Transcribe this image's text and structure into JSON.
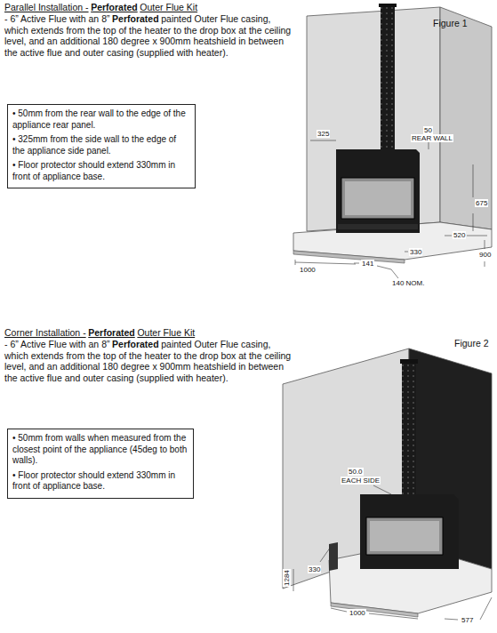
{
  "diagram": {
    "nodes": [
      {
        "text": [
          "• 50mm from the rear wall to the edge of the appliance rear panel.",
          "• 325mm from the side wall to the edge of the appliance side panel.",
          "• Floor protector should extend 330mm in front of appliance base."
        ]
      },
      {
        "text": [
          "• 50mm from walls when measured from the closest point of the appliance (45deg to both walls).",
          "• Floor protector should extend 330mm in front of appliance base."
        ]
      }
    ],
    "labels": [
      "Parallel Installation -",
      "Perforated",
      "Outer Flue Kit",
      "- 6” Active Flue with an 8”",
      "Perforated",
      "painted Outer Flue casing, which extends from the top of the heater to the drop box at the ceiling level, and an additional 180 degree x 900mm heatshield in between the active flue and outer casing (supplied with heater).",
      "Figure 1",
      "325",
      "50",
      "REAR WALL",
      "675",
      "520",
      "900",
      "330",
      "1000",
      "141",
      "140 NOM.",
      "Corner Installation -",
      "Perforated",
      "Outer Flue Kit",
      "- 6” Active Flue with an 8”",
      "Perforated",
      "painted Outer Flue casing, which extends from the top of the heater to the drop box at the ceiling level, and an additional 180 degree x 900mm heatshield in between the active flue and outer casing (supplied with heater).",
      "Figure 2",
      "50.0",
      "EACH SIDE",
      "330",
      "1284",
      "1000",
      "577"
    ]
  }
}
